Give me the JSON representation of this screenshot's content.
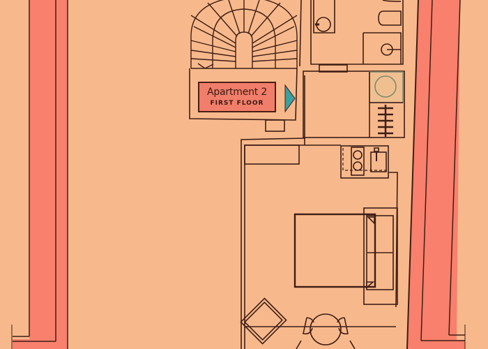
{
  "plan": {
    "apartment_label": "Apartment 2",
    "floor_label": "FIRST FLOOR",
    "colors": {
      "background": "#f7b98c",
      "walls": "#f8806d",
      "lines": "#3e1d14",
      "label_fill": "#f07e6a",
      "entry_arrow": "#3aa0a0",
      "washer": "#f0bf90"
    },
    "rooms": [
      {
        "name": "spiral-staircase"
      },
      {
        "name": "bathroom"
      },
      {
        "name": "laundry-closet"
      },
      {
        "name": "kitchenette"
      },
      {
        "name": "bedroom-living"
      }
    ]
  }
}
